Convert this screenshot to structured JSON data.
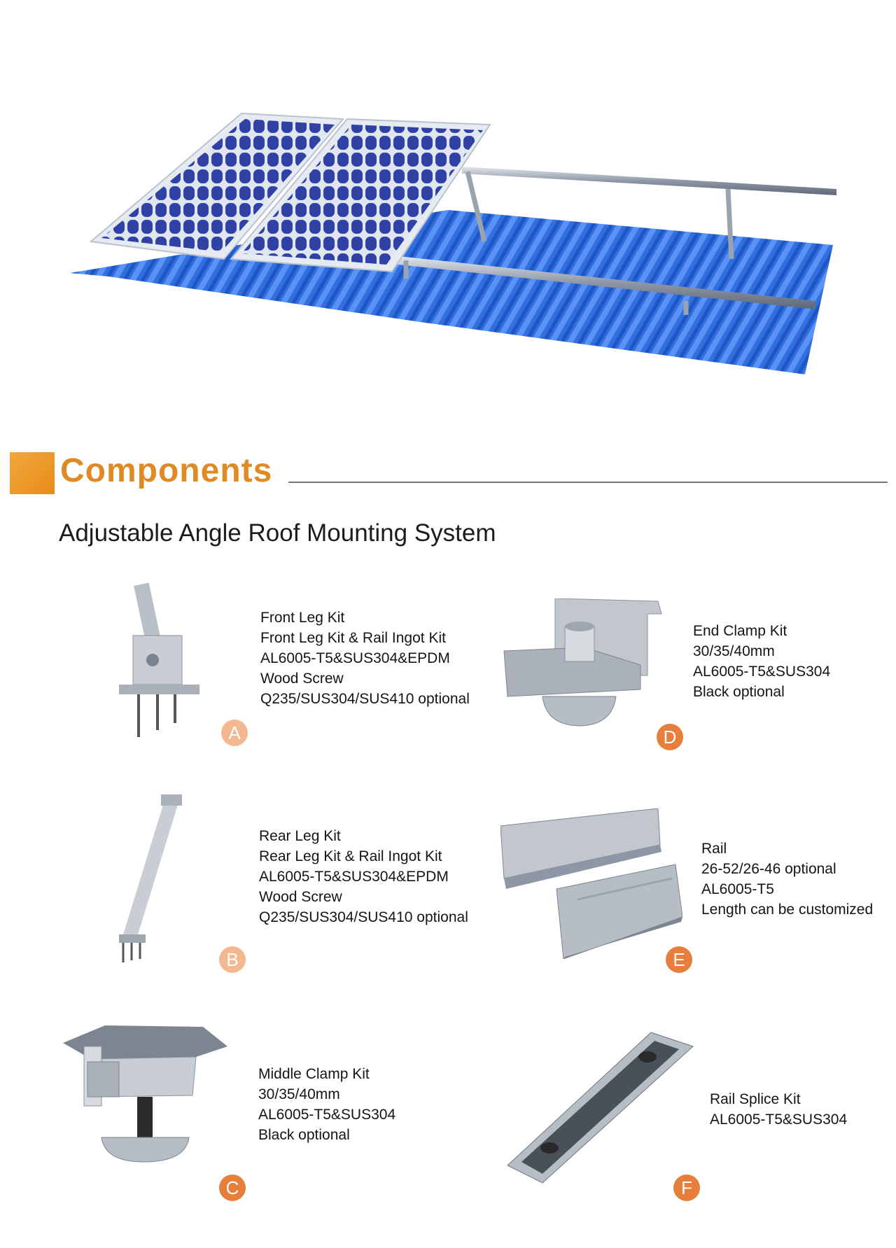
{
  "section": {
    "title": "Components"
  },
  "subtitle": "Adjustable Angle Roof Mounting System",
  "components": [
    {
      "letter": "A",
      "lines": [
        "Front Leg Kit",
        "Front Leg Kit & Rail Ingot Kit",
        "AL6005-T5&SUS304&EPDM",
        "Wood Screw",
        "Q235/SUS304/SUS410 optional"
      ]
    },
    {
      "letter": "D",
      "lines": [
        "End Clamp Kit",
        "30/35/40mm",
        "AL6005-T5&SUS304",
        "Black optional"
      ]
    },
    {
      "letter": "B",
      "lines": [
        "Rear Leg Kit",
        "Rear Leg Kit & Rail Ingot Kit",
        "AL6005-T5&SUS304&EPDM",
        "Wood Screw",
        "Q235/SUS304/SUS410 optional"
      ]
    },
    {
      "letter": "E",
      "lines": [
        "Rail",
        "26-52/26-46 optional",
        "AL6005-T5",
        "Length can be customized"
      ]
    },
    {
      "letter": "C",
      "lines": [
        "Middle Clamp Kit",
        "30/35/40mm",
        "AL6005-T5&SUS304",
        "Black optional"
      ]
    },
    {
      "letter": "F",
      "lines": [
        "Rail Splice Kit",
        "AL6005-T5&SUS304"
      ]
    }
  ],
  "colors": {
    "accent": "#e08a25",
    "badge": "#e67e3c",
    "roof": "#2f6fe0",
    "panel": "#2e3fa8"
  }
}
